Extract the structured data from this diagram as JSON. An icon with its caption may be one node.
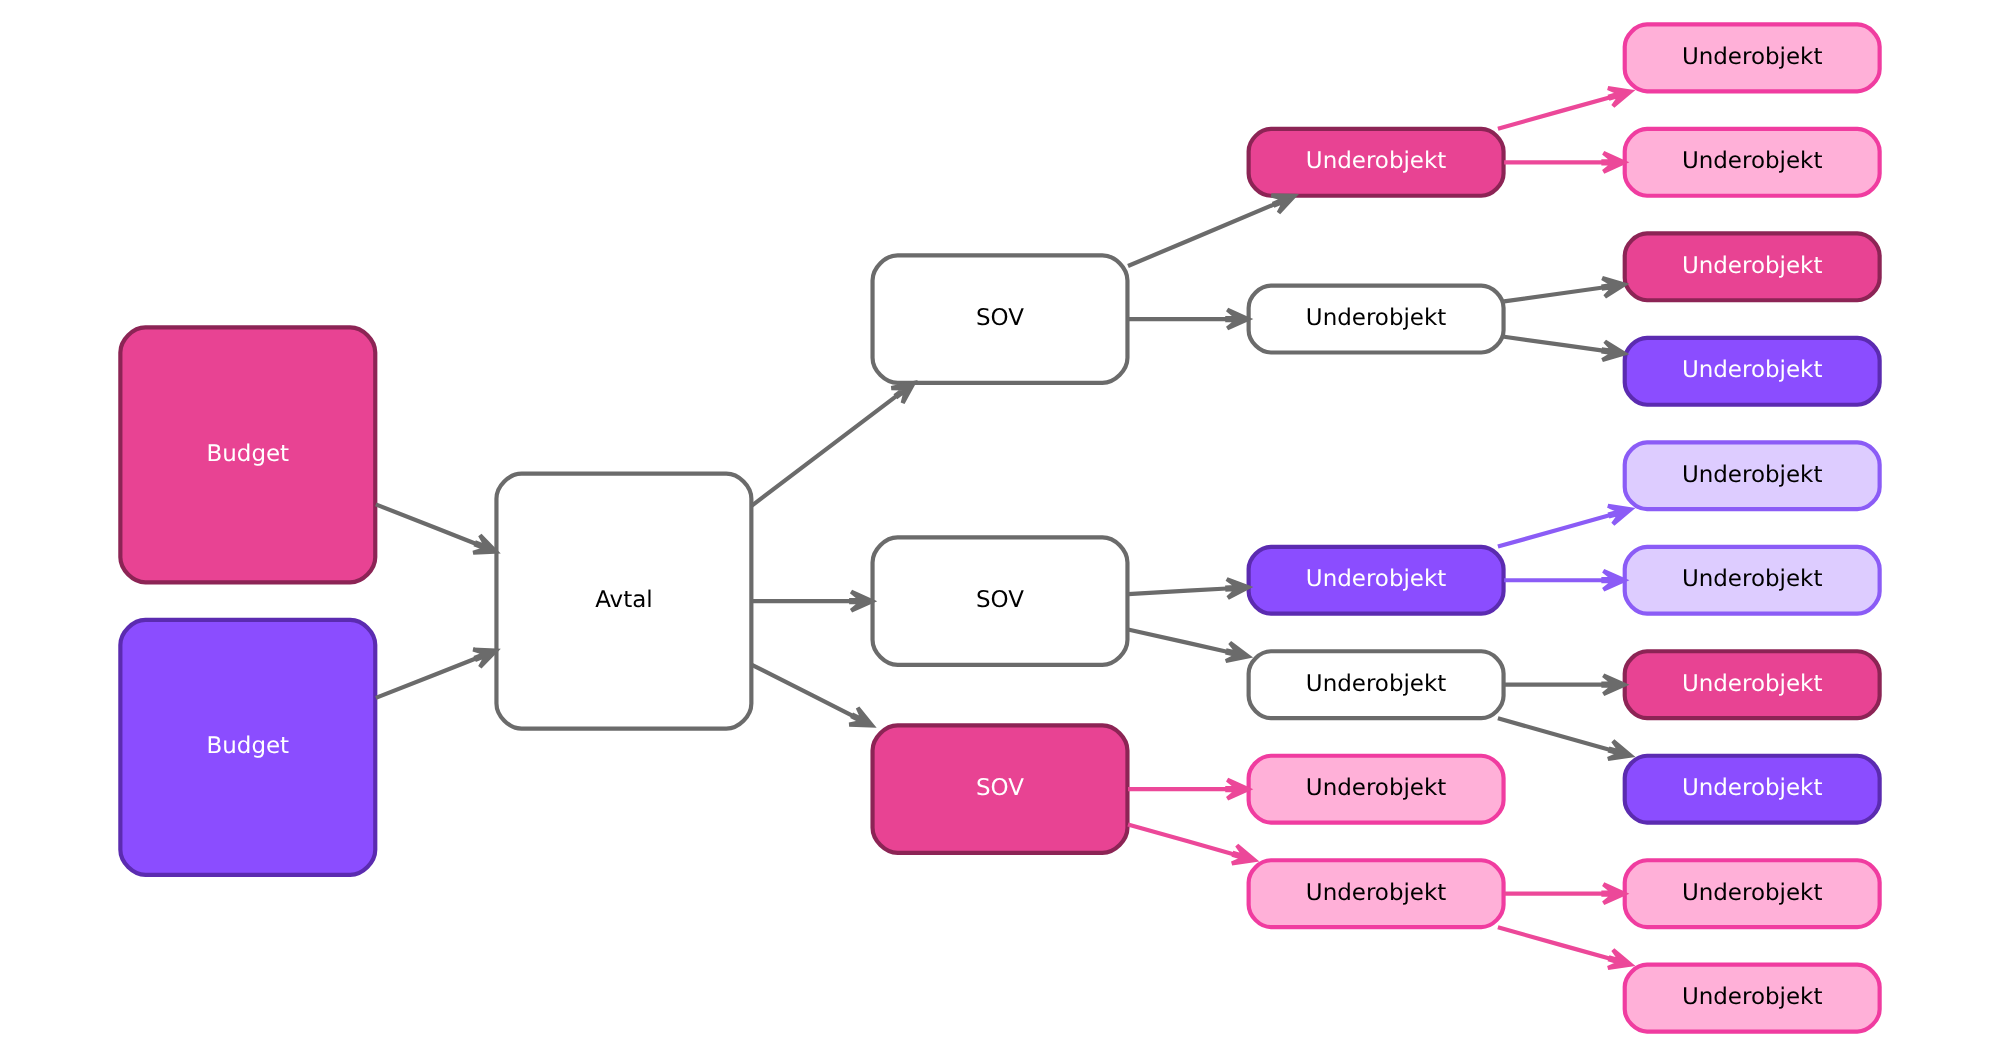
{
  "diagram": {
    "nodes": [
      {
        "text": [
          "Budget"
        ]
      },
      {
        "text": [
          "Budget"
        ]
      },
      {
        "text": [
          "Avtal"
        ]
      },
      {
        "text": [
          "SOV"
        ]
      },
      {
        "text": [
          "SOV"
        ]
      },
      {
        "text": [
          "SOV"
        ]
      },
      {
        "text": [
          "Underobjekt"
        ]
      },
      {
        "text": [
          "Underobjekt"
        ]
      },
      {
        "text": [
          "Underobjekt"
        ]
      },
      {
        "text": [
          "Underobjekt"
        ]
      },
      {
        "text": [
          "Underobjekt"
        ]
      },
      {
        "text": [
          "Underobjekt"
        ]
      },
      {
        "text": [
          "Underobjekt"
        ]
      },
      {
        "text": [
          "Underobjekt"
        ]
      },
      {
        "text": [
          "Underobjekt"
        ]
      },
      {
        "text": [
          "Underobjekt"
        ]
      },
      {
        "text": [
          "Underobjekt"
        ]
      },
      {
        "text": [
          "Underobjekt"
        ]
      },
      {
        "text": [
          "Underobjekt"
        ]
      },
      {
        "text": [
          "Underobjekt"
        ]
      },
      {
        "text": [
          "Underobjekt"
        ]
      },
      {
        "text": [
          "Underobjekt"
        ]
      }
    ],
    "edges": [
      {
        "from": 0,
        "to": 2,
        "arrow": "to"
      },
      {
        "from": 1,
        "to": 2,
        "arrow": "to"
      },
      {
        "from": 2,
        "to": 3,
        "arrow": "to"
      },
      {
        "from": 2,
        "to": 4,
        "arrow": "to"
      },
      {
        "from": 2,
        "to": 5,
        "arrow": "to"
      },
      {
        "from": 3,
        "to": 6,
        "arrow": "to"
      },
      {
        "from": 3,
        "to": 7,
        "arrow": "to"
      },
      {
        "from": 6,
        "to": 8,
        "arrow": "to",
        "color": "#ec4899"
      },
      {
        "from": 6,
        "to": 9,
        "arrow": "to",
        "color": "#ec4899"
      },
      {
        "from": 7,
        "to": 10,
        "arrow": "to"
      },
      {
        "from": 7,
        "to": 11,
        "arrow": "to"
      },
      {
        "from": 4,
        "to": 12,
        "arrow": "to"
      },
      {
        "from": 4,
        "to": 13,
        "arrow": "to"
      },
      {
        "from": 12,
        "to": 14,
        "arrow": "to",
        "color": "#8b5cf6"
      },
      {
        "from": 12,
        "to": 15,
        "arrow": "to",
        "color": "#8b5cf6"
      },
      {
        "from": 13,
        "to": 16,
        "arrow": "to"
      },
      {
        "from": 13,
        "to": 17,
        "arrow": "to"
      },
      {
        "from": 5,
        "to": 18,
        "arrow": "to",
        "color": "#ec4899"
      },
      {
        "from": 5,
        "to": 19,
        "arrow": "to",
        "color": "#ec4899"
      },
      {
        "from": 19,
        "to": 20,
        "arrow": "to",
        "color": "#ec4899"
      },
      {
        "from": 19,
        "to": 21,
        "arrow": "to",
        "color": "#ec4899"
      }
    ]
  }
}
